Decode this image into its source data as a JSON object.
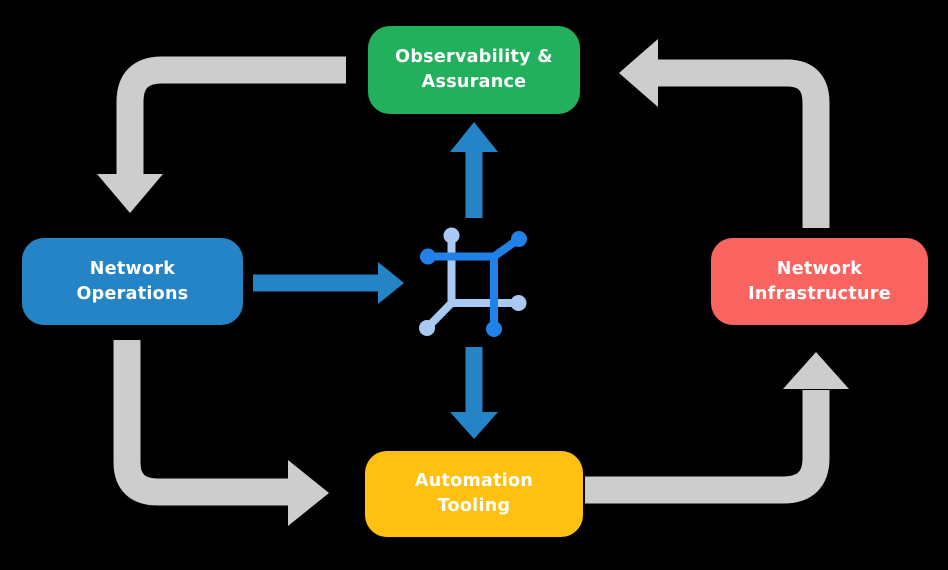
{
  "diagram": {
    "background_color": "#000000",
    "colors": {
      "observability_green": "#22B05C",
      "operations_blue": "#2484C6",
      "infrastructure_red": "#FA6460",
      "tooling_yellow": "#FEC011",
      "cycle_arrow_gray": "#CDCDCD",
      "flow_arrow_blue": "#2484C6",
      "icon_dark_blue": "#2082E8",
      "icon_light_blue": "#A8CAF2",
      "node_text": "#FFFFFF"
    },
    "nodes": [
      {
        "id": "observability-assurance",
        "label": "Observability &\nAssurance",
        "color": "#22B05C"
      },
      {
        "id": "network-operations",
        "label": "Network\nOperations",
        "color": "#2484C6"
      },
      {
        "id": "network-infrastructure",
        "label": "Network\nInfrastructure",
        "color": "#FA6460"
      },
      {
        "id": "automation-tooling",
        "label": "Automation\nTooling",
        "color": "#FEC011"
      }
    ],
    "center_icon": "network-topology-icon",
    "flows": [
      {
        "from": "observability-assurance",
        "to": "network-operations",
        "arrow": "gray-elbow"
      },
      {
        "from": "network-operations",
        "to": "automation-tooling",
        "arrow": "gray-elbow"
      },
      {
        "from": "automation-tooling",
        "to": "network-infrastructure",
        "arrow": "gray-elbow"
      },
      {
        "from": "network-infrastructure",
        "to": "observability-assurance",
        "arrow": "gray-elbow"
      },
      {
        "from": "network-operations",
        "to": "center-icon",
        "arrow": "blue-straight"
      },
      {
        "from": "center-icon",
        "to": "observability-assurance",
        "arrow": "blue-straight"
      },
      {
        "from": "center-icon",
        "to": "automation-tooling",
        "arrow": "blue-straight"
      }
    ]
  }
}
